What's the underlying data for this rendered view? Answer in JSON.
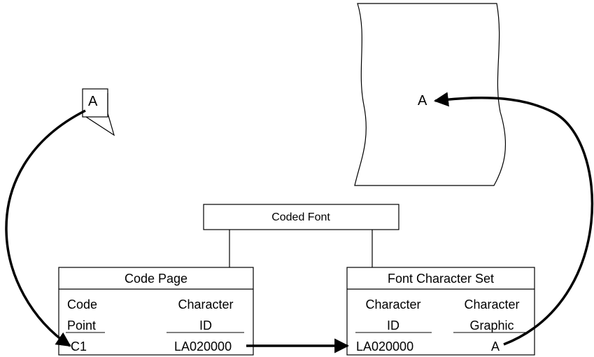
{
  "character_tab": {
    "glyph": "A"
  },
  "page": {
    "glyph": "A"
  },
  "coded_font": {
    "title": "Coded Font"
  },
  "code_page": {
    "title": "Code Page",
    "col1_header": [
      "Code",
      "Point"
    ],
    "col2_header": [
      "Character",
      "ID"
    ],
    "row": {
      "code_point": "C1",
      "character_id": "LA020000"
    }
  },
  "font_character_set": {
    "title": "Font Character Set",
    "col1_header": [
      "Character",
      "ID"
    ],
    "col2_header": [
      "Character",
      "Graphic"
    ],
    "row": {
      "character_id": "LA020000",
      "graphic": "A"
    }
  }
}
